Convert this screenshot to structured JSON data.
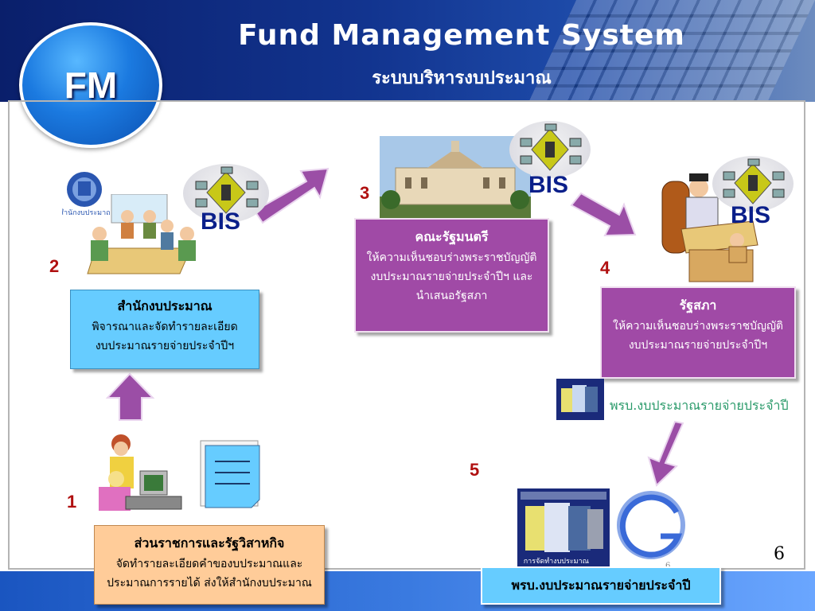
{
  "header": {
    "title": "Fund Management System",
    "subtitle": "ระบบบริหารงบประมาณ",
    "logo": "FM"
  },
  "colors": {
    "header_bg": "#12348f",
    "box_blue": "#66ccff",
    "box_purple": "#a04aa6",
    "box_orange": "#ffcc99",
    "arrow": "#9b4ea6",
    "step_number": "#b01010",
    "bis_text": "#0a1f8a"
  },
  "steps": [
    {
      "number": "1",
      "title": "ส่วนราชการและรัฐวิสาหกิจ",
      "lines": [
        "จัดทำรายละเอียดคำของบประมาณและ",
        "ประมาณการรายได้ ส่งให้สำนักงบประมาณ"
      ]
    },
    {
      "number": "2",
      "title": "สำนักงบประมาณ",
      "lines": [
        "พิจารณาและจัดทำรายละเอียด",
        "งบประมาณรายจ่ายประจำปีฯ"
      ]
    },
    {
      "number": "3",
      "title": "คณะรัฐมนตรี",
      "lines": [
        "ให้ความเห็นชอบร่างพระราชบัญญัติ",
        "งบประมาณรายจ่ายประจำปีฯ และ",
        "นำเสนอรัฐสภา"
      ]
    },
    {
      "number": "4",
      "title": "รัฐสภา",
      "lines": [
        "ให้ความเห็นชอบร่างพระราชบัญญัติ",
        "งบประมาณรายจ่ายประจำปีฯ"
      ]
    },
    {
      "number": "5",
      "title": "พรบ.งบประมาณรายจ่ายประจำปี"
    }
  ],
  "bis_label": "BIS",
  "act_caption": "พรบ.งบประมาณรายจ่ายประจำปี",
  "book_caption": "การจัดทำงบประมาณ",
  "org_logo_text": "สำนักงบประมาณ",
  "gfmis_logo": "GFMIS",
  "page_number": "6",
  "small_page_number": "6"
}
